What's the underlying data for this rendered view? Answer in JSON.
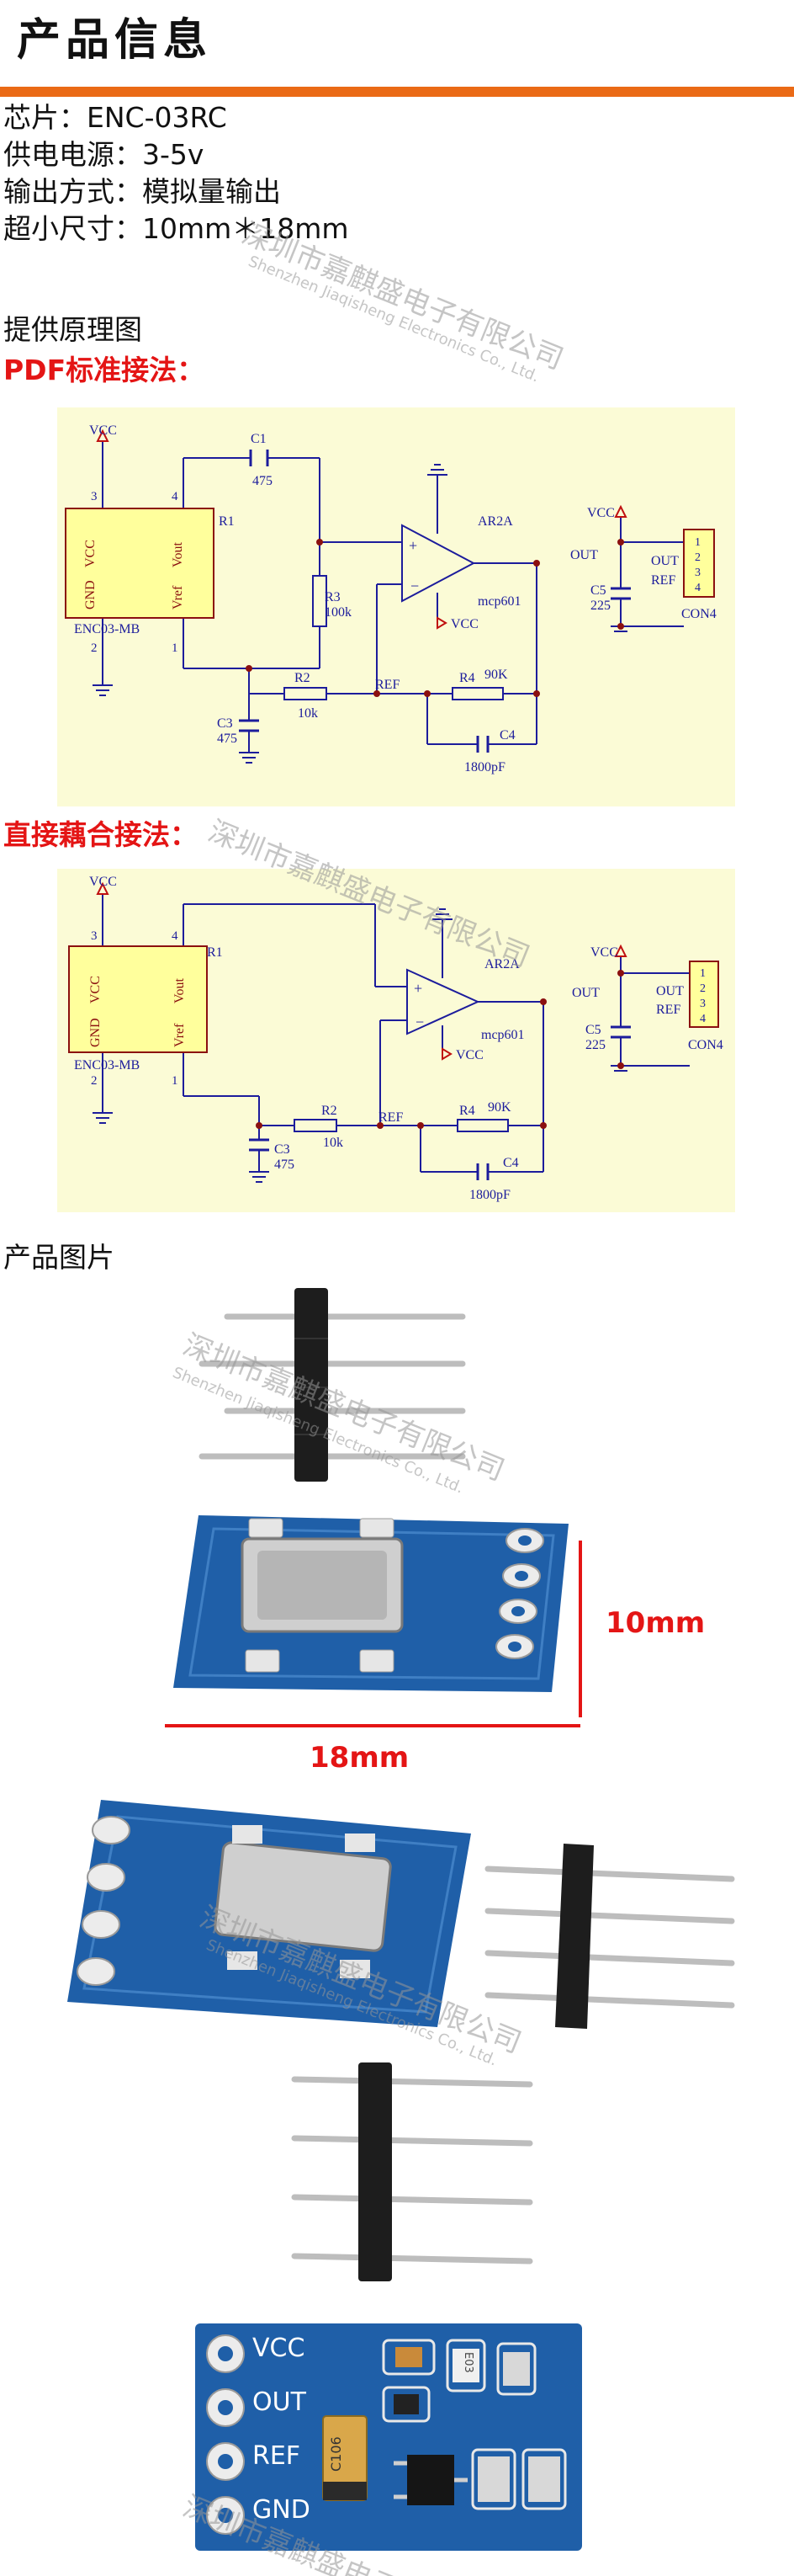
{
  "header": {
    "title": "产品信息"
  },
  "specs": [
    "芯片：ENC-03RC",
    "供电电源：3-5v",
    "输出方式：模拟量输出",
    "超小尺寸：10mm＊18mm"
  ],
  "sections": {
    "schematic": "提供原理图",
    "pdf_method": "PDF标准接法：",
    "direct_method": "直接藕合接法：",
    "photos": "产品图片"
  },
  "schematic_pdf": {
    "vcc": "VCC",
    "c1": "C1",
    "c1_val": "475",
    "r1": "R1",
    "ar2a": "AR2A",
    "out": "OUT",
    "pin_vcc": "VCC",
    "pin_vout": "Vout",
    "pin_gnd": "GND",
    "pin_vref": "Vref",
    "chip": "ENC03-MB",
    "pin3": "3",
    "pin4": "4",
    "pin2": "2",
    "pin1": "1",
    "r3": "R3",
    "r3_val": "100k",
    "opamp": "mcp601",
    "opamp_vcc": "VCC",
    "c5": "C5",
    "c5_val": "225",
    "vcc2": "VCC",
    "con_out": "OUT",
    "con_ref": "REF",
    "con_name": "CON4",
    "con_1": "1",
    "con_2": "2",
    "con_3": "3",
    "con_4": "4",
    "r2": "R2",
    "r2_val": "10k",
    "ref": "REF",
    "r4": "R4",
    "r4_val": "90K",
    "c3": "C3",
    "c3_val": "475",
    "c4": "C4",
    "c4_val": "1800pF"
  },
  "schematic_direct": {
    "vcc": "VCC",
    "r1": "R1",
    "ar2a": "AR2A",
    "out": "OUT",
    "pin_vcc": "VCC",
    "pin_vout": "Vout",
    "pin_gnd": "GND",
    "pin_vref": "Vref",
    "chip": "ENC03-MB",
    "pin3": "3",
    "pin4": "4",
    "pin2": "2",
    "pin1": "1",
    "opamp": "mcp601",
    "opamp_vcc": "VCC",
    "c5": "C5",
    "c5_val": "225",
    "vcc2": "VCC",
    "con_out": "OUT",
    "con_ref": "REF",
    "con_name": "CON4",
    "con_1": "1",
    "con_2": "2",
    "con_3": "3",
    "con_4": "4",
    "r2": "R2",
    "r2_val": "10k",
    "ref": "REF",
    "r4": "R4",
    "r4_val": "90K",
    "c3": "C3",
    "c3_val": "475",
    "c4": "C4",
    "c4_val": "1800pF"
  },
  "dimensions": {
    "height": "10mm",
    "width": "18mm"
  },
  "board_labels": {
    "vcc": "VCC",
    "out": "OUT",
    "ref": "REF",
    "gnd": "GND",
    "cap": "C106",
    "chip_mark": "E03"
  },
  "watermark": {
    "cn": "深圳市嘉麒盛电子有限公司",
    "en": "Shenzhen Jiaqisheng Electronics Co., Ltd."
  },
  "colors": {
    "accent": "#ea6a16",
    "red_text": "#e41515",
    "wire": "#1c1c9c",
    "pcb": "#1f5fa8"
  }
}
